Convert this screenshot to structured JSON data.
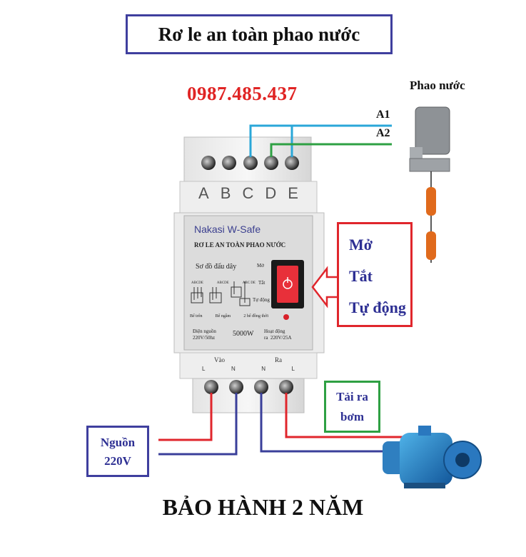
{
  "title": "Rơ le an toàn phao nước",
  "phone": "0987.485.437",
  "float_switch": {
    "label": "Phao nước",
    "wire_a1": "A1",
    "wire_a2": "A2"
  },
  "terminals_top": [
    "A",
    "B",
    "C",
    "D",
    "E"
  ],
  "device": {
    "brand": "Nakasi W-Safe",
    "name": "RƠ LE AN TOÀN PHAO NƯỚC",
    "wiring_title": "Sơ đồ đấu dây",
    "diagram_labels": [
      "Bể trên",
      "Bể ngầm",
      "2 bể đồng thời"
    ],
    "diagram_codes": [
      "ABCDE",
      "ABCDE",
      "ABC DE"
    ],
    "switch_labels": [
      "Mở",
      "Tắt",
      "Tự động"
    ],
    "power_spec": "Điện nguồn\n220V/50hz",
    "wattage": "5000W",
    "output_spec": "Hoạt động\nra  220V/25A",
    "in_label": "Vào",
    "out_label": "Ra",
    "bottom_terminals": [
      "L",
      "N",
      "N",
      "L"
    ]
  },
  "modes": [
    "Mở",
    "Tắt",
    "Tự động"
  ],
  "load_label": "Tải ra\nbơm",
  "power_label": "Nguồn\n220V",
  "warranty": "BẢO HÀNH 2 NĂM",
  "colors": {
    "wire_blue": "#2aa7d8",
    "wire_green": "#2ea043",
    "wire_red": "#e0262c",
    "wire_navy": "#3a3f9a",
    "phone": "#e02424",
    "frame": "#3f3f9e"
  }
}
